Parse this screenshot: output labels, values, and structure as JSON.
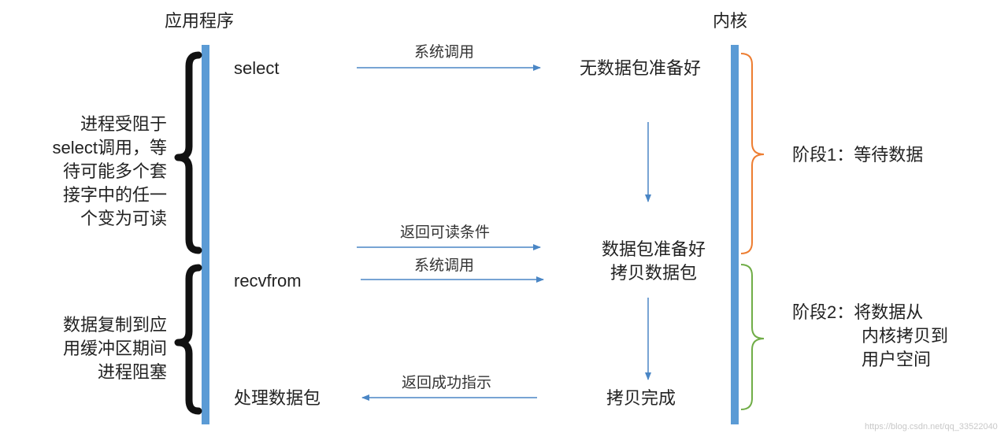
{
  "headers": {
    "app": "应用程序",
    "kernel": "内核"
  },
  "app_steps": {
    "select": "select",
    "recvfrom": "recvfrom",
    "process": "处理数据包"
  },
  "kernel_states": {
    "no_data": "无数据包准备好",
    "ready_line1": "数据包准备好",
    "ready_line2": "拷贝数据包",
    "copy_done": "拷贝完成"
  },
  "messages": {
    "syscall_1": "系统调用",
    "return_readable": "返回可读条件",
    "syscall_2": "系统调用",
    "return_success": "返回成功指示"
  },
  "left_notes": {
    "blocked_select": [
      "进程受阻于",
      "select调用，等",
      "待可能多个套",
      "接字中的任一",
      "个变为可读"
    ],
    "blocked_copy": [
      "数据复制到应",
      "用缓冲区期间",
      "进程阻塞"
    ]
  },
  "phases": {
    "phase1": [
      "阶段1：等待数据"
    ],
    "phase2": [
      "阶段2：将数据从",
      "内核拷贝到",
      "用户空间"
    ]
  },
  "watermark": "https://blog.csdn.net/qq_33522040",
  "colors": {
    "timeline": "#5b9bd5",
    "arrow": "#4a86c5",
    "phase1_brace": "#ed7d31",
    "phase2_brace": "#70ad47",
    "left_brace": "#111111"
  }
}
